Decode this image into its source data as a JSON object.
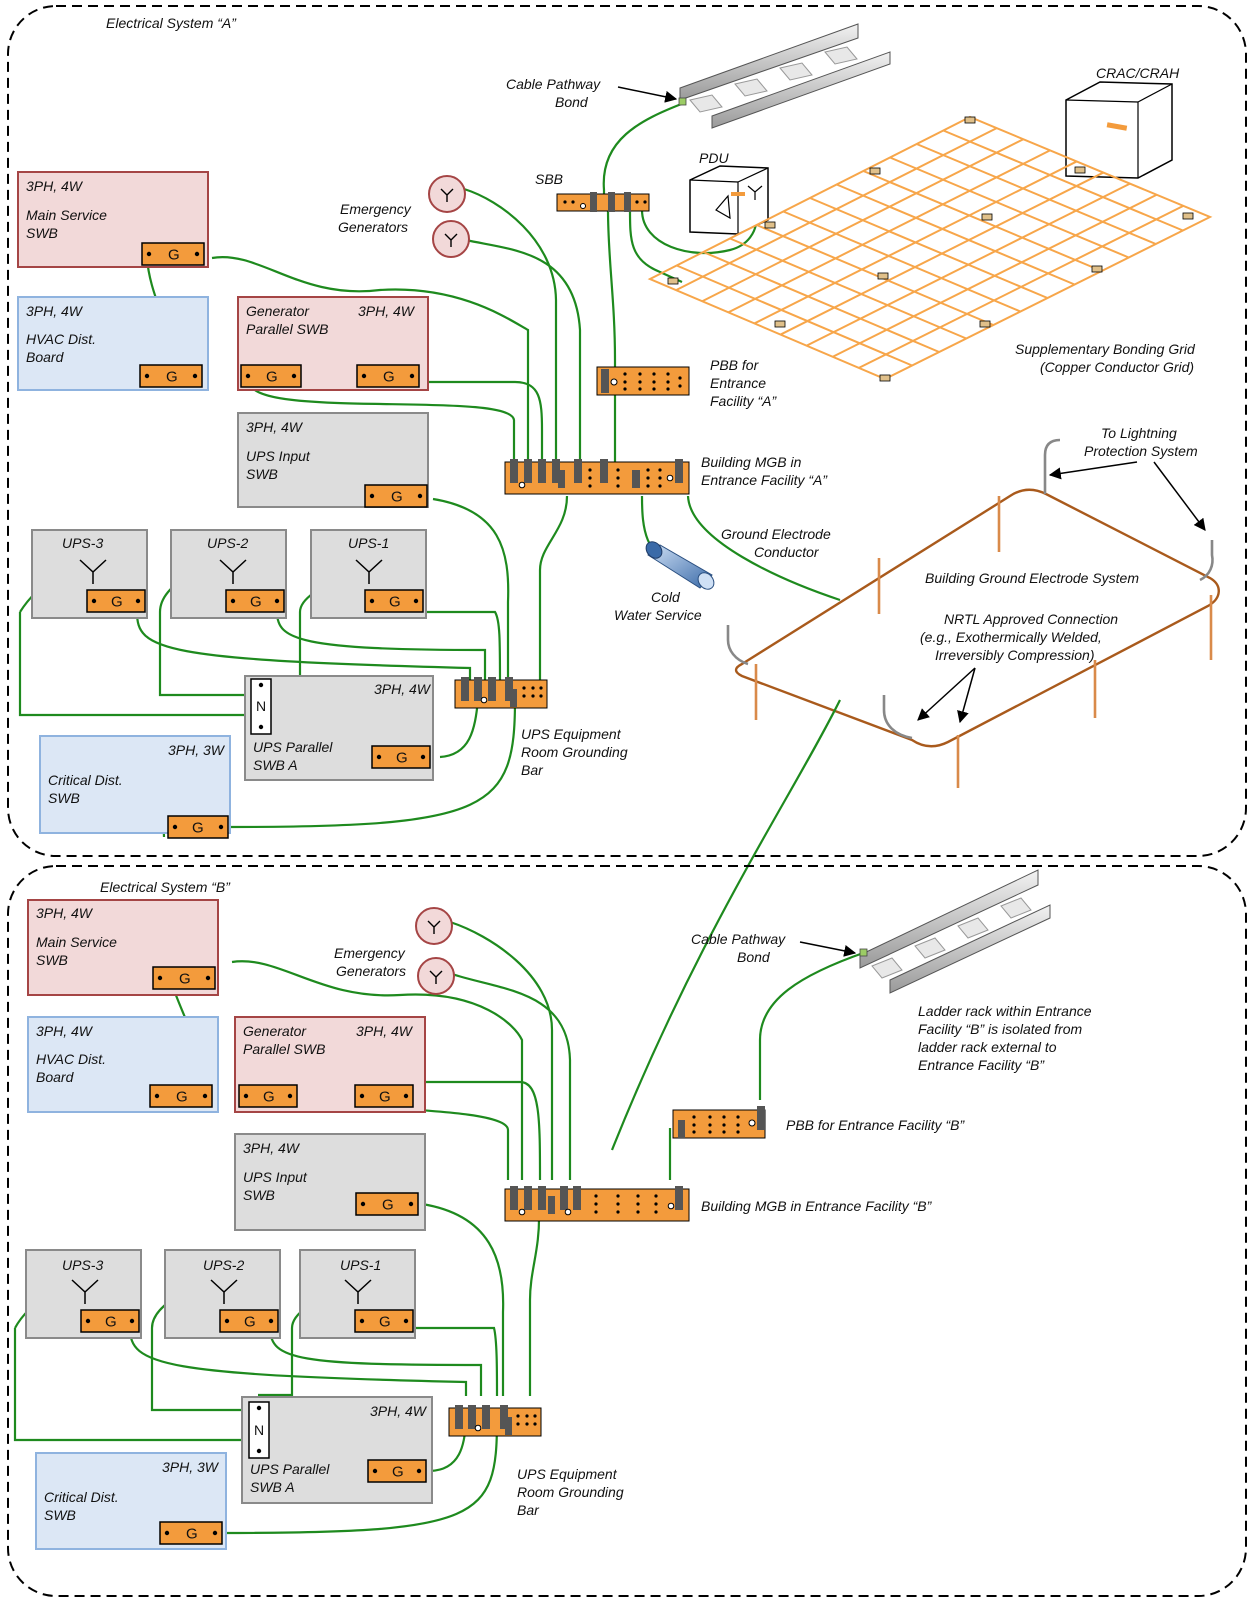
{
  "system_a": {
    "title": "Electrical System “A”",
    "main_service": {
      "spec": "3PH, 4W",
      "name1": "Main Service",
      "name2": "SWB"
    },
    "hvac": {
      "spec": "3PH, 4W",
      "name1": "HVAC Dist.",
      "name2": "Board"
    },
    "generator_parallel": {
      "name1": "Generator",
      "name2": "Parallel SWB",
      "spec": "3PH, 4W"
    },
    "ups_input": {
      "spec": "3PH, 4W",
      "name1": "UPS Input",
      "name2": "SWB"
    },
    "ups3": "UPS-3",
    "ups2": "UPS-2",
    "ups1": "UPS-1",
    "ups_parallel": {
      "spec": "3PH, 4W",
      "name1": "UPS Parallel",
      "name2": "SWB A"
    },
    "critical": {
      "spec": "3PH, 3W",
      "name1": "Critical Dist.",
      "name2": "SWB"
    },
    "emergency_generators": [
      "Emergency",
      "Generators"
    ],
    "cable_pathway_bond": [
      "Cable Pathway",
      "Bond"
    ],
    "sbb": "SBB",
    "pdu": "PDU",
    "crac": "CRAC/CRAH",
    "pbb": [
      "PBB for",
      "Entrance",
      "Facility “A”"
    ],
    "mgb": [
      "Building MGB in",
      "Entrance Facility “A”"
    ],
    "ups_room_bar": [
      "UPS Equipment",
      "Room Grounding",
      "Bar"
    ],
    "cold_water": [
      "Cold",
      "Water Service"
    ],
    "ground_electrode_conductor": [
      "Ground Electrode",
      "Conductor"
    ],
    "supplementary_grid": [
      "Supplementary Bonding Grid",
      "(Copper Conductor Grid)"
    ],
    "lightning": [
      "To Lightning",
      "Protection System"
    ],
    "electrode_system": "Building Ground Electrode System",
    "nrtl": [
      "NRTL Approved Connection",
      "(e.g., Exothermically Welded,",
      "Irreversibly Compression)"
    ]
  },
  "system_b": {
    "title": "Electrical System “B”",
    "main_service": {
      "spec": "3PH, 4W",
      "name1": "Main Service",
      "name2": "SWB"
    },
    "hvac": {
      "spec": "3PH, 4W",
      "name1": "HVAC Dist.",
      "name2": "Board"
    },
    "generator_parallel": {
      "name1": "Generator",
      "name2": "Parallel SWB",
      "spec": "3PH, 4W"
    },
    "ups_input": {
      "spec": "3PH, 4W",
      "name1": "UPS Input",
      "name2": "SWB"
    },
    "ups3": "UPS-3",
    "ups2": "UPS-2",
    "ups1": "UPS-1",
    "ups_parallel": {
      "spec": "3PH, 4W",
      "name1": "UPS Parallel",
      "name2": "SWB A"
    },
    "critical": {
      "spec": "3PH, 3W",
      "name1": "Critical Dist.",
      "name2": "SWB"
    },
    "emergency_generators": [
      "Emergency",
      "Generators"
    ],
    "cable_pathway_bond": [
      "Cable Pathway",
      "Bond"
    ],
    "ladder_note": [
      "Ladder rack within Entrance",
      "Facility “B” is isolated from",
      "ladder rack external to",
      "Entrance Facility “B”"
    ],
    "pbb": "PBB for Entrance Facility “B”",
    "mgb": "Building MGB in Entrance Facility “B”",
    "ups_room_bar": [
      "UPS Equipment",
      "Room Grounding",
      "Bar"
    ]
  },
  "symbols": {
    "ground_bar": "G",
    "neutral": "N"
  },
  "colors": {
    "red_panel": "#f2d9d9",
    "red_border": "#a54545",
    "blue_panel": "#dce7f5",
    "blue_border": "#8fb3df",
    "grey_panel": "#dddddd",
    "grey_border": "#8a8a8a",
    "orange": "#f39b3c",
    "wire": "#1e8a1e",
    "copper": "#a95a1c"
  }
}
